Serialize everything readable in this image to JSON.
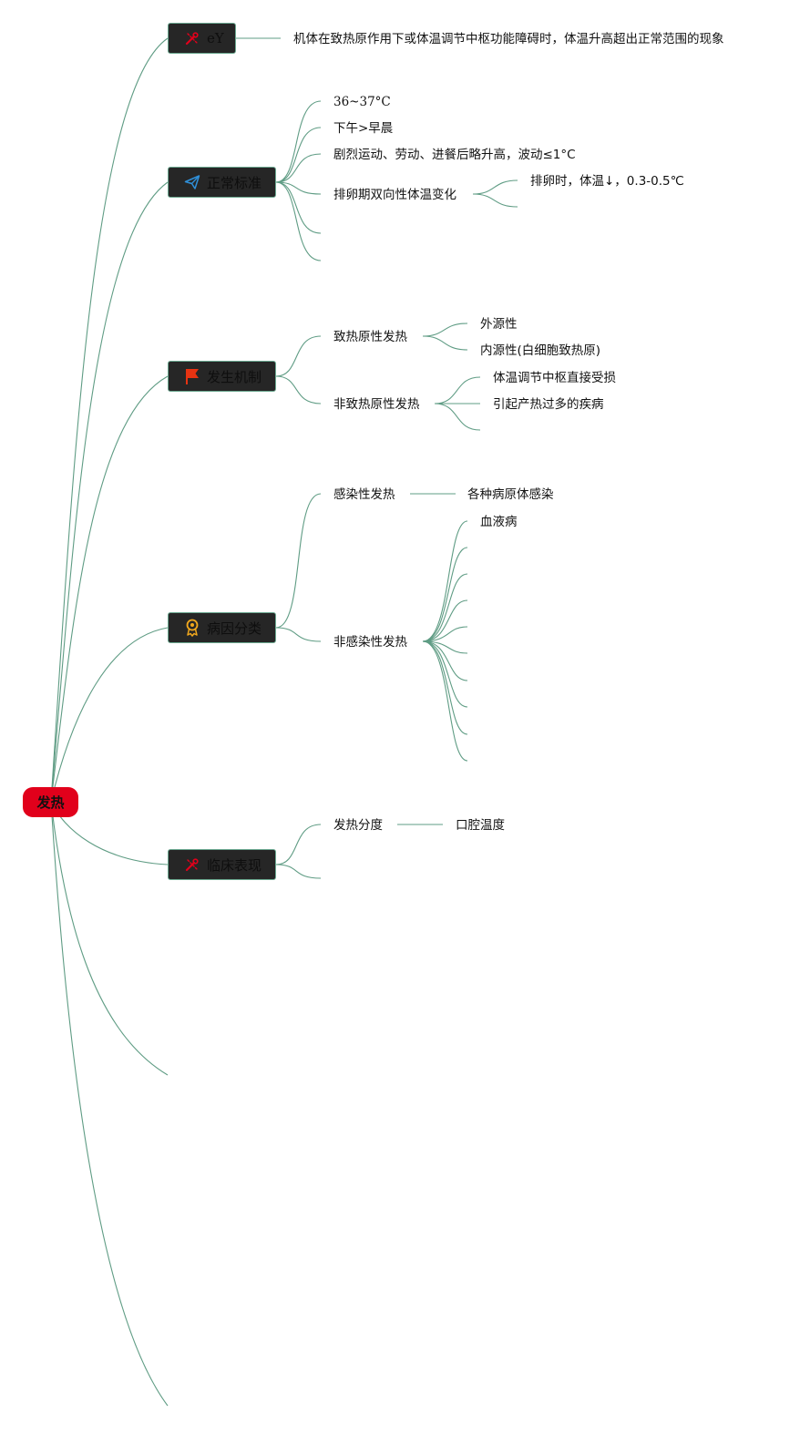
{
  "root": {
    "label": "发热"
  },
  "branches": {
    "definition": {
      "label": "eY",
      "icon": "tools-icon",
      "text": "机体在致热原作用下或体温调节中枢功能障碍时，体温升高超出正常范围的现象"
    },
    "normal": {
      "label": "正常标准",
      "icon": "paper-plane-icon",
      "items": [
        "36~37°C",
        "下午>早晨",
        "剧烈运动、劳动、进餐后略升高，波动≤1°C",
        "排卵期双向性体温变化"
      ],
      "ovulation_detail": "排卵时，体温↓，0.3-0.5℃"
    },
    "mechanism": {
      "label": "发生机制",
      "icon": "flag-icon",
      "pyrogenic": {
        "label": "致热原性发热",
        "children": [
          "外源性",
          "内源性(白细胞致热原)"
        ]
      },
      "nonpyrogenic": {
        "label": "非致热原性发热",
        "children": [
          "体温调节中枢直接受损",
          "引起产热过多的疾病"
        ]
      }
    },
    "etiology": {
      "label": "病因分类",
      "icon": "award-badge-icon",
      "infectious": {
        "label": "感染性发热",
        "child": "各种病原体感染"
      },
      "noninfectious": {
        "label": "非感染性发热",
        "first_child": "血液病"
      }
    },
    "clinical": {
      "label": "临床表现",
      "icon": "tools-icon",
      "grading": {
        "label": "发热分度",
        "child": "口腔温度"
      }
    }
  },
  "colors": {
    "root_fill": "#e1001b",
    "branch_fill": "#262626",
    "branch_border": "#6ba890",
    "link": "#5f9c84"
  }
}
